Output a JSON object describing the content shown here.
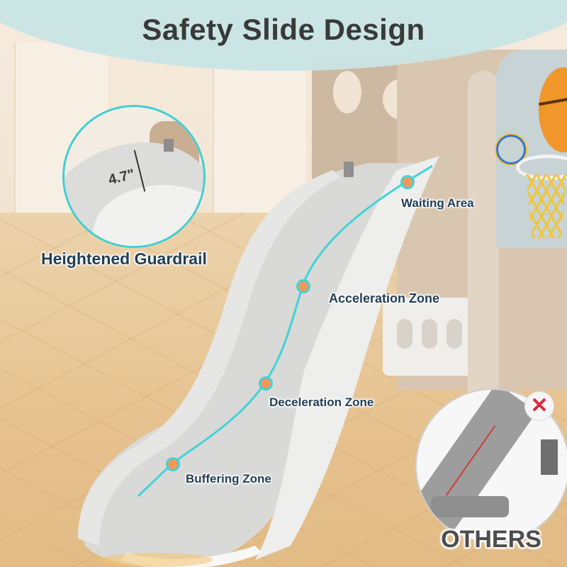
{
  "title": "Safety Slide Design",
  "guardrail": {
    "measurement": "4.7\"",
    "label": "Heightened Guardrail"
  },
  "zones": [
    {
      "label": "Waiting Area"
    },
    {
      "label": "Acceleration Zone"
    },
    {
      "label": "Deceleration Zone"
    },
    {
      "label": "Buffering Zone"
    }
  ],
  "comparison": {
    "label": "OTHERS",
    "icon": "x-icon",
    "icon_glyph": "✕"
  },
  "colors": {
    "banner": "#c9e4e4",
    "title_text": "#3a3a3a",
    "label_text": "#213f55",
    "path_line": "#41d3d8",
    "dot_fill": "#f2975a",
    "x_mark": "#e0253d"
  }
}
